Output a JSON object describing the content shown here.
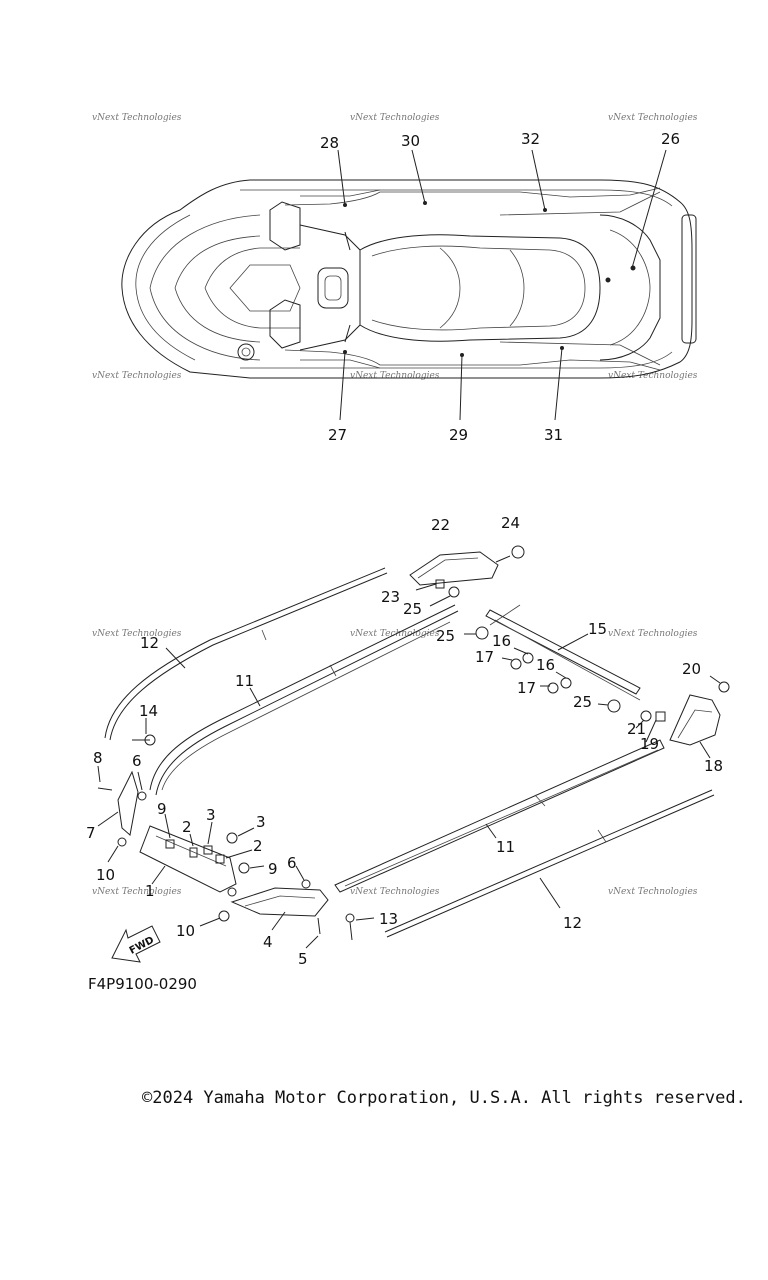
{
  "watermark": {
    "text": "vNext Technologies"
  },
  "top_view": {
    "labels": [
      "28",
      "30",
      "32",
      "26",
      "27",
      "29",
      "31"
    ]
  },
  "exploded_view": {
    "labels": [
      "22",
      "24",
      "23",
      "25",
      "25",
      "15",
      "16",
      "17",
      "16",
      "17",
      "20",
      "25",
      "21",
      "19",
      "18",
      "12",
      "11",
      "14",
      "8",
      "6",
      "7",
      "9",
      "2",
      "3",
      "3",
      "2",
      "9",
      "10",
      "1",
      "6",
      "10",
      "4",
      "5",
      "13",
      "11",
      "12"
    ],
    "fwd": "FWD"
  },
  "drawing_code": "F4P9100-0290",
  "copyright": "©2024 Yamaha Motor Corporation, U.S.A. All rights reserved."
}
